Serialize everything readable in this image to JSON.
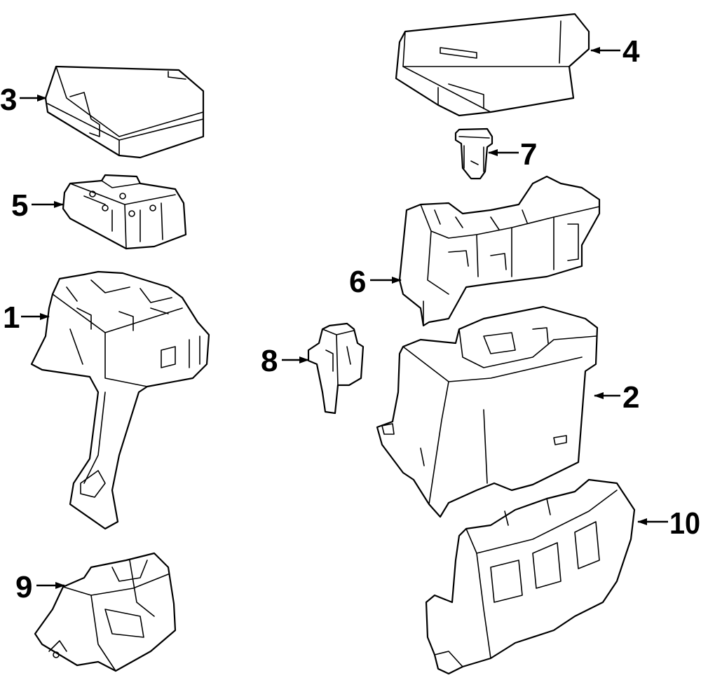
{
  "callouts": [
    {
      "id": "c1",
      "label": "1"
    },
    {
      "id": "c2",
      "label": "2"
    },
    {
      "id": "c3",
      "label": "3"
    },
    {
      "id": "c4",
      "label": "4"
    },
    {
      "id": "c5",
      "label": "5"
    },
    {
      "id": "c6",
      "label": "6"
    },
    {
      "id": "c7",
      "label": "7"
    },
    {
      "id": "c8",
      "label": "8"
    },
    {
      "id": "c9",
      "label": "9"
    },
    {
      "id": "c10",
      "label": "10"
    }
  ],
  "colors": {
    "line": "#000000",
    "background": "#ffffff"
  }
}
